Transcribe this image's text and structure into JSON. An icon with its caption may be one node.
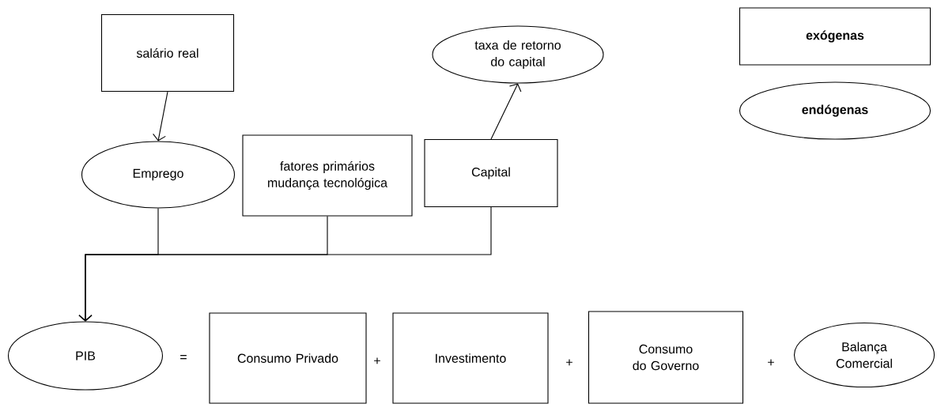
{
  "diagram": {
    "nodes": [
      {
        "text": [
          "salário real"
        ]
      },
      {
        "text": [
          "taxa de retorno do capital"
        ]
      },
      {
        "text": [
          "Emprego"
        ]
      },
      {
        "text": [
          "fatores primários mudança tecnológica"
        ]
      },
      {
        "text": [
          "Capital"
        ]
      },
      {
        "text": [
          "PIB"
        ]
      },
      {
        "text": [
          "Consumo Privado"
        ]
      },
      {
        "text": [
          "Investimento"
        ]
      },
      {
        "text": [
          "Consumo do Governo"
        ]
      },
      {
        "text": [
          "Balança Comercial"
        ]
      }
    ],
    "edges": [
      {
        "from": 0,
        "to": 2,
        "arrow": "to"
      },
      {
        "from": 4,
        "to": 1,
        "arrow": "to"
      },
      {
        "from": 2,
        "to": 5,
        "arrow": "to"
      },
      {
        "from": 3,
        "to": 5,
        "arrow": "to"
      },
      {
        "from": 4,
        "to": 5,
        "arrow": "to"
      }
    ],
    "labels": [
      "=",
      "+",
      "+",
      "+"
    ],
    "legend": [
      {
        "text": "exógenas"
      },
      {
        "text": "endógenas"
      }
    ]
  }
}
